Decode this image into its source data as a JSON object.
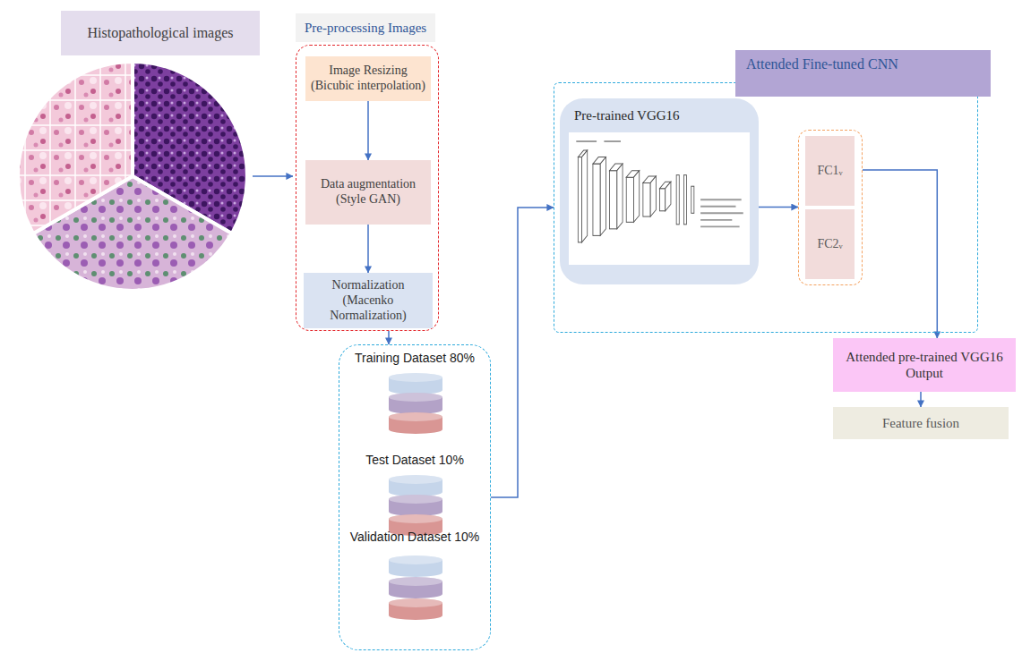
{
  "diagram": {
    "nodes": [
      {
        "text": [
          "Histopathological images"
        ]
      },
      {
        "text": [
          "Pre-processing Images"
        ]
      },
      {
        "text": [
          "Image Resizing (Bicubic interpolation)"
        ],
        "in": 1
      },
      {
        "text": [
          "Data augmentation (Style GAN)"
        ],
        "in": 1
      },
      {
        "text": [
          "Normalization (Macenko Normalization)"
        ],
        "in": 1
      },
      {
        "text": [
          "Training Dataset 80%",
          "Test Dataset 10%",
          "Validation Dataset 10%"
        ]
      },
      {
        "text": [
          "Attended Fine-tuned CNN"
        ]
      },
      {
        "text": [
          "Pre-trained VGG16"
        ],
        "in": 6
      },
      {
        "text": [],
        "in": 6
      },
      {
        "text": [
          "FC1ᵥ"
        ],
        "in": 8
      },
      {
        "text": [
          "FC2ᵥ"
        ],
        "in": 8
      },
      {
        "text": [
          "Attended pre-trained VGG16 Output"
        ]
      },
      {
        "text": [
          "Feature fusion"
        ]
      }
    ],
    "edges": [
      {
        "from": 2,
        "to": 3,
        "arrow": "to"
      },
      {
        "from": 3,
        "to": 4,
        "arrow": "to"
      },
      {
        "from": 1,
        "to": 5,
        "arrow": "to"
      },
      {
        "from": 5,
        "to": 6,
        "arrow": "to"
      },
      {
        "from": 7,
        "to": 8,
        "arrow": "to"
      },
      {
        "from": 8,
        "to": 11,
        "arrow": "to"
      },
      {
        "from": 11,
        "to": 12,
        "arrow": "to"
      }
    ]
  }
}
